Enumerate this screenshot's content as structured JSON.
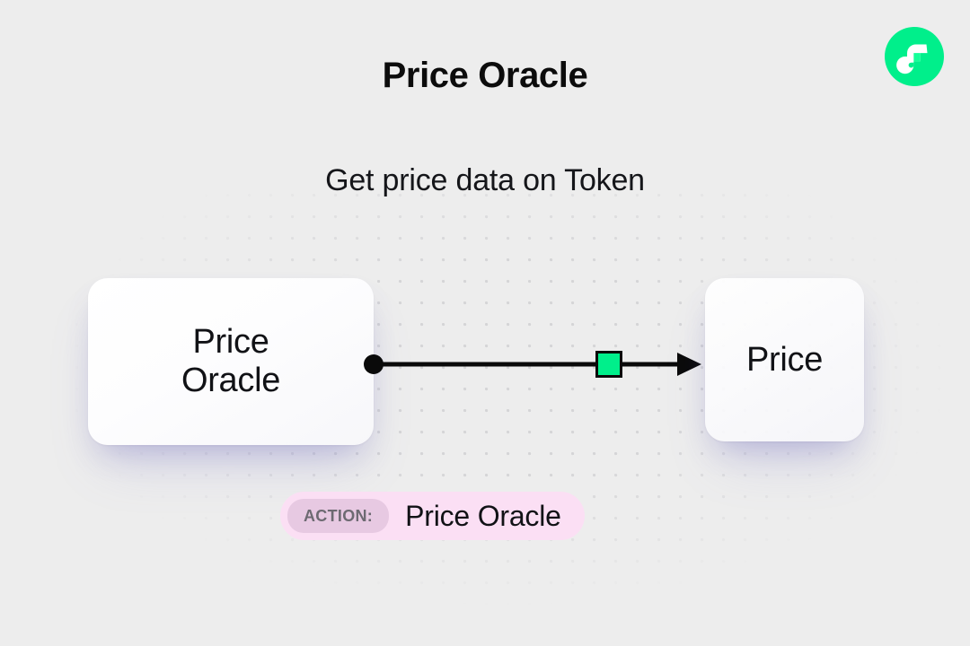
{
  "header": {
    "title": "Price Oracle",
    "subtitle": "Get price data on Token"
  },
  "brand": {
    "logo_icon": "flow-logo-icon",
    "accent_green": "#00ef8b",
    "background": "#ededed"
  },
  "diagram": {
    "nodes": [
      {
        "id": "source",
        "label": "Price\nOracle",
        "role": "source-card"
      },
      {
        "id": "target",
        "label": "Price",
        "role": "target-card"
      }
    ],
    "edge": {
      "start_handle_icon": "edge-start-dot-icon",
      "mid_node_icon": "edge-green-square-icon",
      "end_handle_icon": "edge-arrowhead-icon",
      "color": "#0a0a0a",
      "mid_node_color": "#00ef8b"
    }
  },
  "action_chip": {
    "tag": "ACTION:",
    "value": "Price Oracle",
    "background": "#fbdff4",
    "tag_background": "#e7c9e2"
  }
}
